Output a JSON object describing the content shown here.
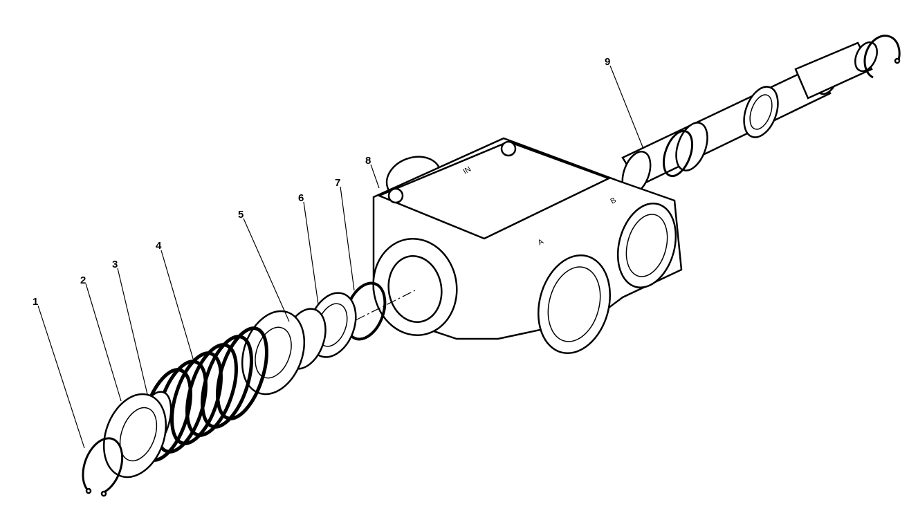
{
  "callouts": [
    "1",
    "2",
    "3",
    "4",
    "5",
    "6",
    "7",
    "8",
    "9"
  ],
  "body_markings": {
    "inlet": "IN",
    "port_a": "A",
    "port_b": "B"
  }
}
